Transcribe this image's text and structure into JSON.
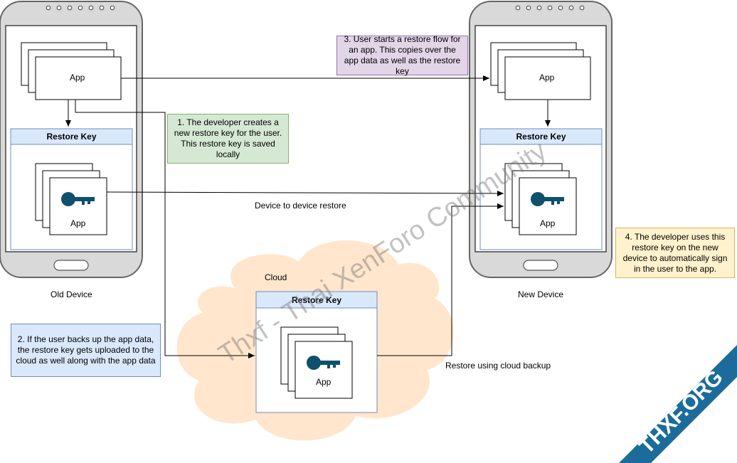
{
  "devices": {
    "old": {
      "label": "Old Device",
      "app_label": "App",
      "restore_key_title": "Restore Key",
      "key_app_label": "App"
    },
    "new": {
      "label": "New Device",
      "app_label": "App",
      "restore_key_title": "Restore Key",
      "key_app_label": "App"
    }
  },
  "cloud": {
    "label": "Cloud",
    "restore_key_title": "Restore Key",
    "key_app_label": "App"
  },
  "notes": {
    "step1": "1. The developer creates a new restore key for the user. This restore key is saved locally",
    "step2": "2. If the user backs up the app data, the restore key gets uploaded to the cloud as well along with the app data",
    "step3": "3. User starts a restore flow for an app. This copies over the app data as well as the restore key",
    "step4": "4. The developer uses this restore key on the new device to automatically sign in the user to the app."
  },
  "edge_labels": {
    "device_to_device": "Device to device restore",
    "cloud_restore": "Restore using cloud backup"
  },
  "watermark": {
    "text": "Thxf - Thai XenForo Community",
    "banner": "THXF.ORG"
  },
  "colors": {
    "phone_body": "#d9d9d9",
    "phone_stroke": "#666666",
    "restore_key_fill": "#dae8fc",
    "restore_key_stroke": "#6c8ebf",
    "key_icon": "#10506b",
    "note1_fill": "#d5e8d4",
    "note1_stroke": "#82b366",
    "note2_fill": "#dae8fc",
    "note2_stroke": "#6c8ebf",
    "note3_fill": "#e1d5e7",
    "note3_stroke": "#9673a6",
    "note4_fill": "#fff2cc",
    "note4_stroke": "#d6b656",
    "cloud_fill": "#ffe6cc",
    "banner": "#1b6c9a"
  }
}
